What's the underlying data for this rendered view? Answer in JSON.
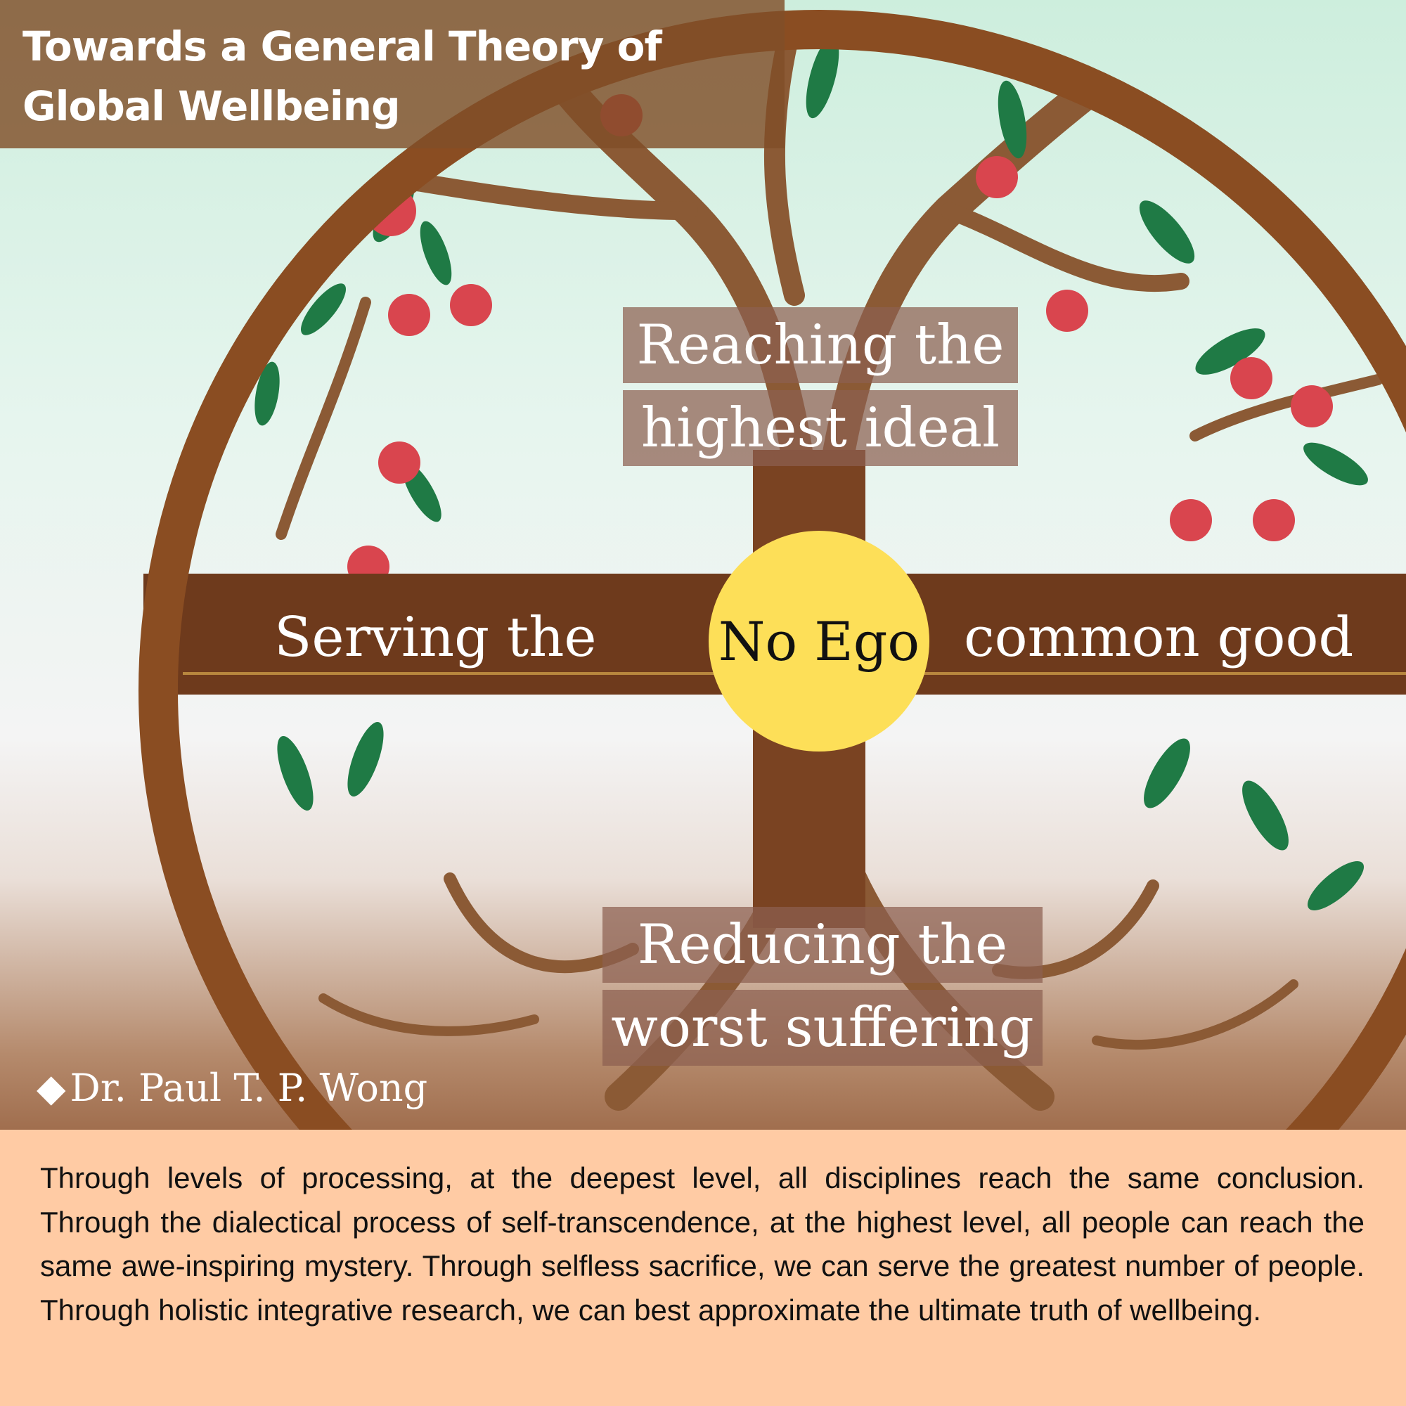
{
  "header": {
    "title": "Towards a General Theory of Global Wellbeing"
  },
  "diagram": {
    "top_label_line1": "Reaching the",
    "top_label_line2": "highest ideal",
    "left_label": "Serving the",
    "center_label": "No Ego",
    "right_label": "common good",
    "bottom_label_line1": "Reducing the",
    "bottom_label_line2": "worst suffering"
  },
  "author": {
    "icon": "diamond-icon",
    "name": "Dr. Paul T. P. Wong"
  },
  "body": {
    "text": "Through levels of processing, at the deepest level, all disciplines reach the same conclusion. Through the dialectical process of self-transcendence, at the highest level, all people can reach the same awe-inspiring mystery. Through selfless sacrifice, we can serve the greatest number of people. Through holistic integrative research, we can best approximate the ultimate truth of wellbeing."
  },
  "colors": {
    "ring": "#8a4d22",
    "bar": "#6e3a1c",
    "center": "#fddf58",
    "panel": "#ffcba4",
    "leaf": "#1f7a45",
    "apple": "#d9454e"
  }
}
